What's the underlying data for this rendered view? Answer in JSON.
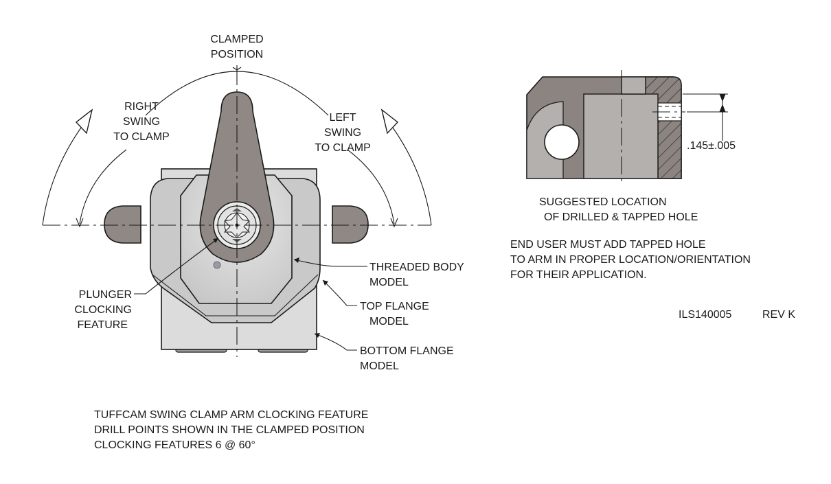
{
  "labels": {
    "clamped_position_1": "CLAMPED",
    "clamped_position_2": "POSITION",
    "right_swing_1": "RIGHT",
    "right_swing_2": "SWING",
    "right_swing_3": "TO CLAMP",
    "left_swing_1": "LEFT",
    "left_swing_2": "SWING",
    "left_swing_3": "TO CLAMP",
    "threaded_body_1": "THREADED BODY",
    "threaded_body_2": "MODEL",
    "top_flange_1": "TOP FLANGE",
    "top_flange_2": "MODEL",
    "bottom_flange_1": "BOTTOM FLANGE",
    "bottom_flange_2": "MODEL",
    "plunger_1": "PLUNGER",
    "plunger_2": "CLOCKING",
    "plunger_3": "FEATURE",
    "dimension": ".145±.005",
    "suggested_1": "SUGGESTED LOCATION",
    "suggested_2": "OF DRILLED & TAPPED HOLE",
    "end_user_1": "END USER MUST ADD TAPPED HOLE",
    "end_user_2": "TO ARM IN PROPER LOCATION/ORIENTATION",
    "end_user_3": "FOR THEIR APPLICATION.",
    "drawing_number": "ILS140005",
    "revision": "REV K",
    "caption_1": "TUFFCAM SWING CLAMP ARM CLOCKING FEATURE",
    "caption_2": "DRILL POINTS SHOWN IN THE CLAMPED POSITION",
    "caption_3": "CLOCKING FEATURES 6 @ 60°"
  },
  "colors": {
    "arm": "#8f8884",
    "body": "#d4d4d4",
    "flange": "#c9c9c9",
    "section_hatch": "#8c8480"
  }
}
